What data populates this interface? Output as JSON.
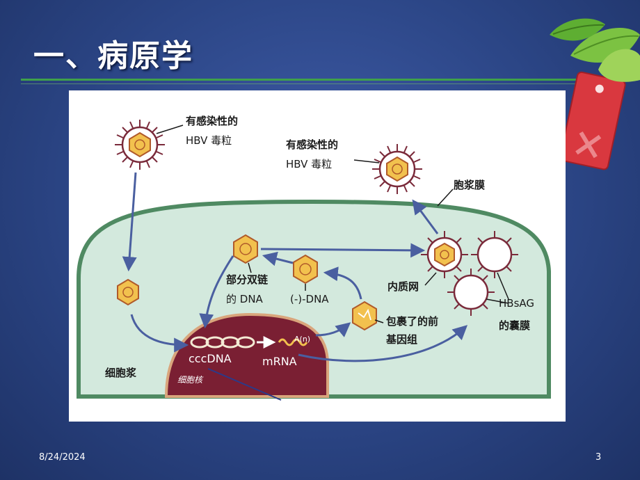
{
  "slide": {
    "title": "一、病原学",
    "date": "8/24/2024",
    "page_number": "3"
  },
  "diagram": {
    "labels": {
      "virion_in_line1": "有感染性的",
      "virion_in_line2": "HBV 毒粒",
      "virion_out_line1": "有感染性的",
      "virion_out_line2": "HBV 毒粒",
      "plasma_membrane": "胞浆膜",
      "partial_dsdna_line1": "部分双链",
      "partial_dsdna_line2": "的 DNA",
      "minus_dna": "(-)-DNA",
      "er": "内质网",
      "pregenome_line1": "包裹了的前",
      "pregenome_line2": "基因组",
      "hbsag_line1": "HBsAG",
      "hbsag_line2": "的囊膜",
      "cytoplasm": "细胞浆",
      "nucleus": "细胞核",
      "cccdna": "cccDNA",
      "mrna": "mRNA",
      "poly_a": "A(n)"
    },
    "colors": {
      "cell_fill": "#d3e9dd",
      "cell_border": "#4f8a62",
      "nucleus_fill": "#7a1f33",
      "arrow": "#4a5fa0",
      "capsid_fill": "#f2c14e",
      "capsid_stroke": "#b05a2a",
      "spike": "#7a2a3a"
    }
  }
}
